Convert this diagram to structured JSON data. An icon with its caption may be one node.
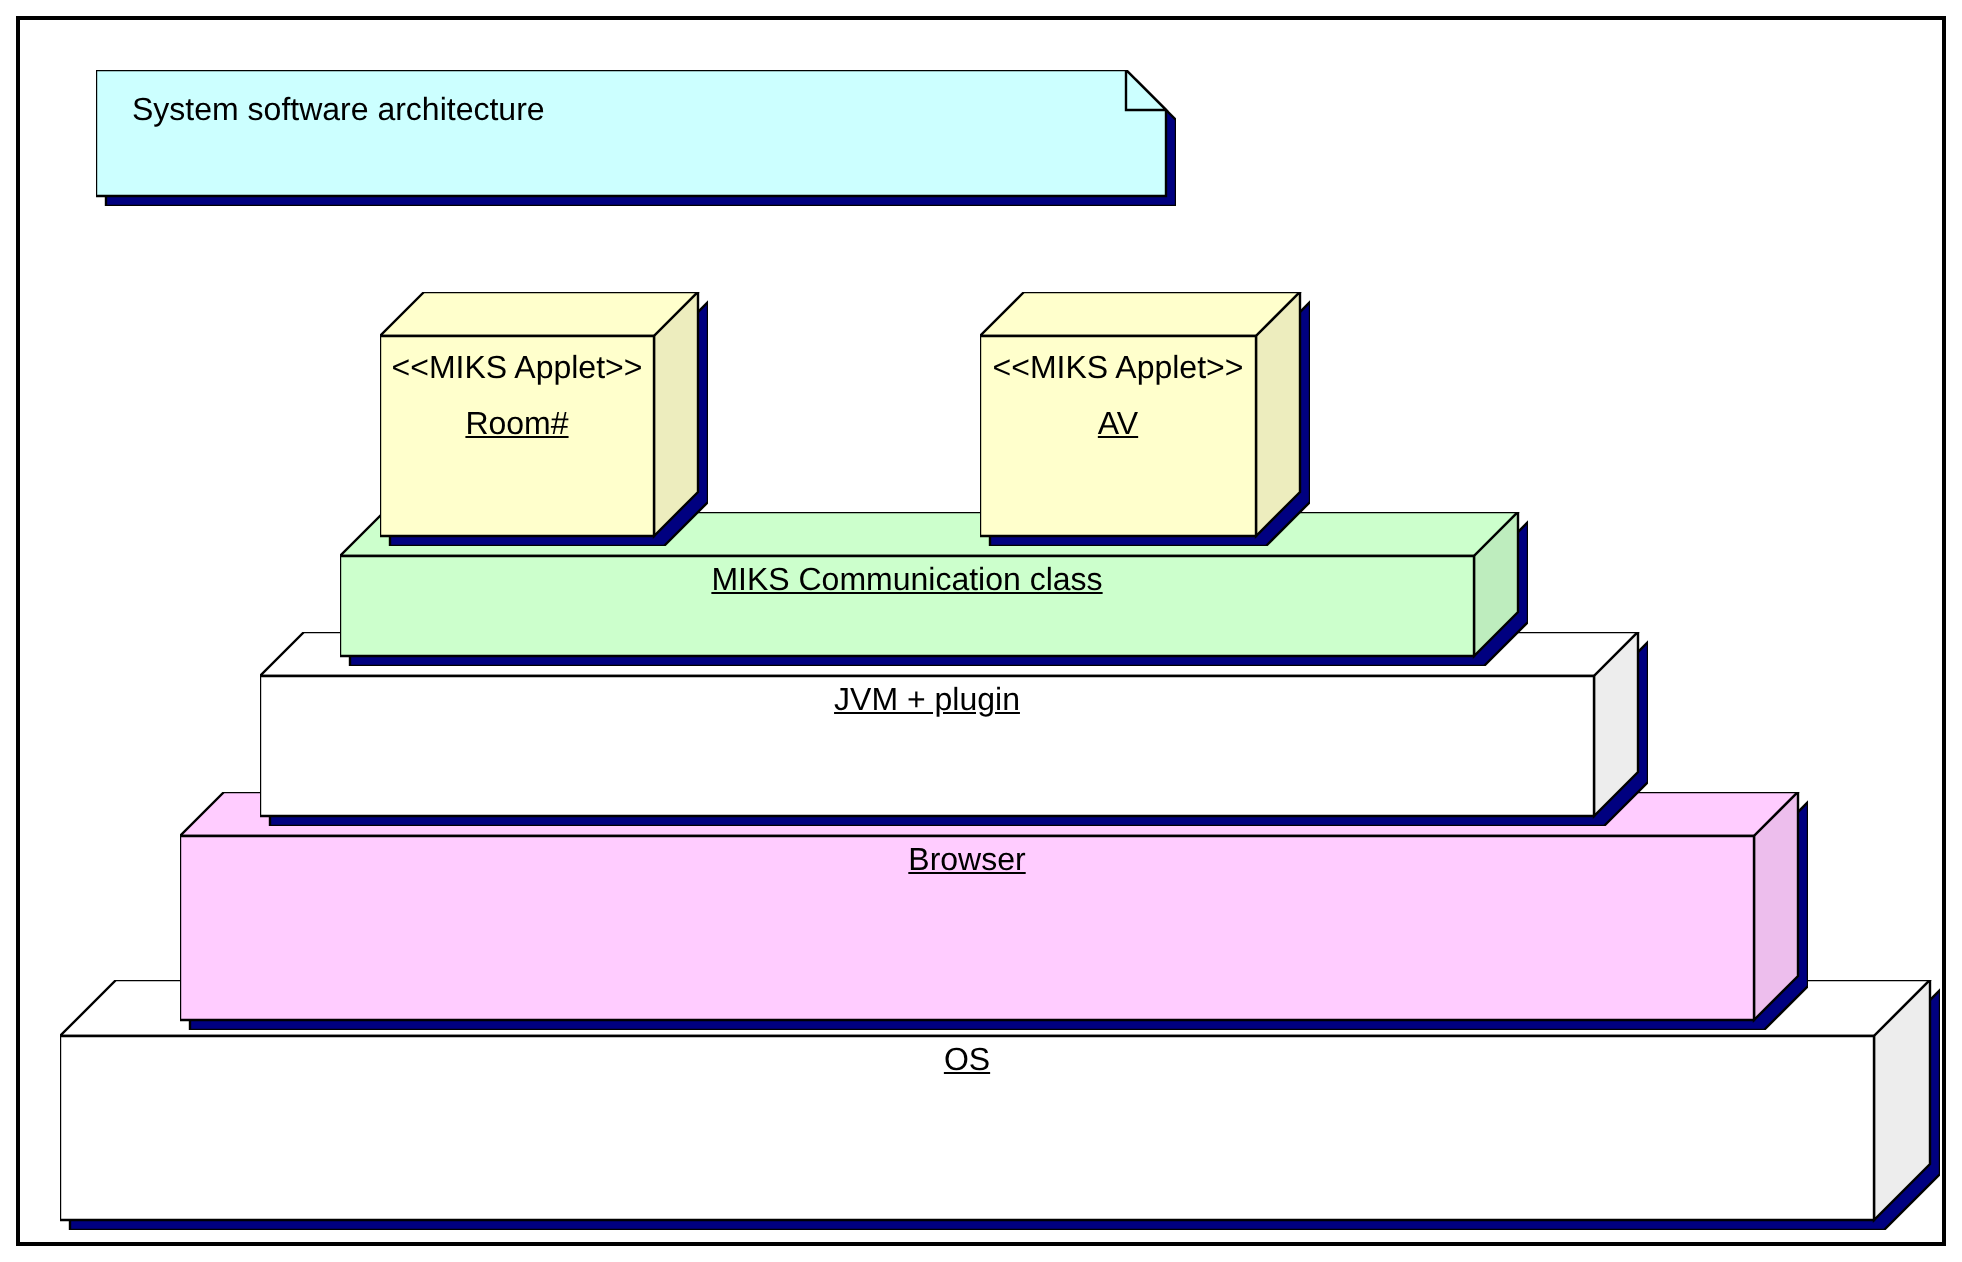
{
  "diagram": {
    "nodes": [
      {
        "text": [
          "System software architecture"
        ]
      },
      {
        "text": [
          "<<MIKS Applet>>",
          "Room#"
        ]
      },
      {
        "text": [
          "<<MIKS Applet>>",
          "AV"
        ]
      },
      {
        "text": [
          "MIKS Communication class"
        ]
      },
      {
        "text": [
          "JVM + plugin"
        ]
      },
      {
        "text": [
          "Browser"
        ]
      },
      {
        "text": [
          "OS"
        ]
      }
    ]
  }
}
